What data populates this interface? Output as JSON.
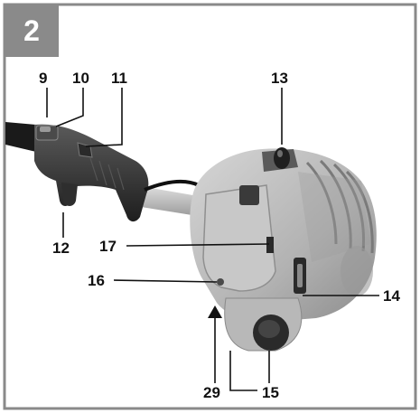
{
  "figure": {
    "number": "2",
    "callouts": [
      {
        "id": "c9",
        "label": "9"
      },
      {
        "id": "c10",
        "label": "10"
      },
      {
        "id": "c11",
        "label": "11"
      },
      {
        "id": "c12",
        "label": "12"
      },
      {
        "id": "c13",
        "label": "13"
      },
      {
        "id": "c14",
        "label": "14"
      },
      {
        "id": "c15",
        "label": "15"
      },
      {
        "id": "c16",
        "label": "16"
      },
      {
        "id": "c17",
        "label": "17"
      },
      {
        "id": "c29",
        "label": "29"
      }
    ]
  },
  "colors": {
    "frame": "#8a8a8a",
    "badge": "#8a8a8a",
    "engine_body": "#bdbdbd",
    "handle": "#3a3a3a"
  }
}
